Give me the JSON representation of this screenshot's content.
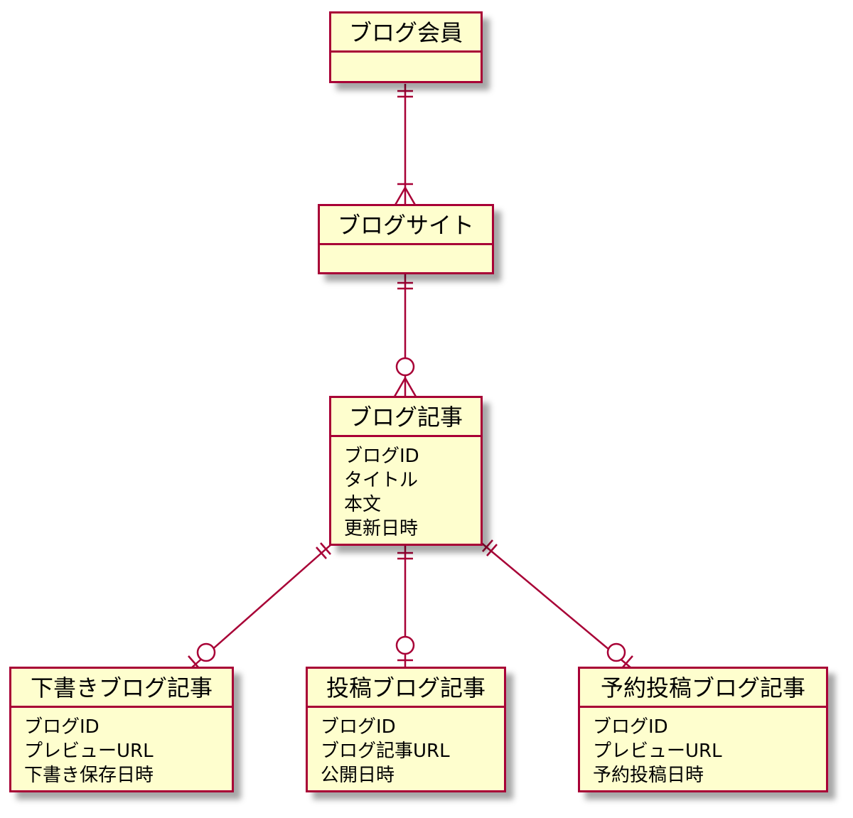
{
  "diagram": {
    "entities": {
      "member": {
        "title": "ブログ会員",
        "attributes": []
      },
      "site": {
        "title": "ブログサイト",
        "attributes": []
      },
      "article": {
        "title": "ブログ記事",
        "attributes": [
          "ブログID",
          "タイトル",
          "本文",
          "更新日時"
        ]
      },
      "draft": {
        "title": "下書きブログ記事",
        "attributes": [
          "ブログID",
          "プレビューURL",
          "下書き保存日時"
        ]
      },
      "posted": {
        "title": "投稿ブログ記事",
        "attributes": [
          "ブログID",
          "ブログ記事URL",
          "公開日時"
        ]
      },
      "scheduled": {
        "title": "予約投稿ブログ記事",
        "attributes": [
          "ブログID",
          "プレビューURL",
          "予約投稿日時"
        ]
      }
    },
    "relations": [
      {
        "from": "member",
        "to": "site",
        "from_card": "exactly-one",
        "to_card": "one-or-many"
      },
      {
        "from": "site",
        "to": "article",
        "from_card": "exactly-one",
        "to_card": "zero-or-many"
      },
      {
        "from": "article",
        "to": "draft",
        "from_card": "exactly-one",
        "to_card": "zero-or-one"
      },
      {
        "from": "article",
        "to": "posted",
        "from_card": "exactly-one",
        "to_card": "zero-or-one"
      },
      {
        "from": "article",
        "to": "scheduled",
        "from_card": "exactly-one",
        "to_card": "zero-or-one"
      }
    ],
    "colors": {
      "border": "#a80036",
      "fill": "#fefece",
      "text": "#000000"
    }
  }
}
